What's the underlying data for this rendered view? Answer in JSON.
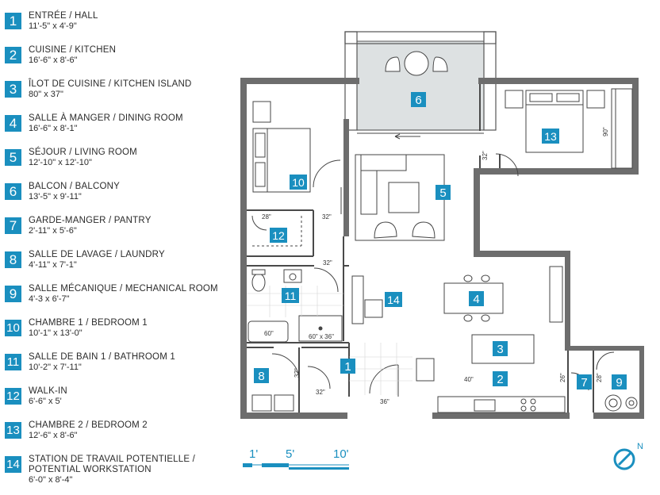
{
  "colors": {
    "accent": "#1a8fbf",
    "wall": "#6d6d6d",
    "balcony_fill": "#dde1e2",
    "line": "#4a4a4a"
  },
  "legend": [
    {
      "num": "1",
      "name": "ENTRÉE / HALL",
      "dim": "11'-5\" x 4'-9\""
    },
    {
      "num": "2",
      "name": "CUISINE / KITCHEN",
      "dim": "16'-6\" x 8'-6\""
    },
    {
      "num": "3",
      "name": "ÎLOT DE CUISINE / KITCHEN ISLAND",
      "dim": "80\" x 37\""
    },
    {
      "num": "4",
      "name": "SALLE À MANGER / DINING ROOM",
      "dim": "16'-6\" x 8'-1\""
    },
    {
      "num": "5",
      "name": "SÉJOUR / LIVING ROOM",
      "dim": "12'-10\" x 12'-10\""
    },
    {
      "num": "6",
      "name": "BALCON / BALCONY",
      "dim": "13'-5\" x 9'-11\""
    },
    {
      "num": "7",
      "name": "GARDE-MANGER / PANTRY",
      "dim": "2'-11\" x 5'-6\""
    },
    {
      "num": "8",
      "name": "SALLE DE LAVAGE / LAUNDRY",
      "dim": "4'-11\" x 7'-1\""
    },
    {
      "num": "9",
      "name": "SALLE MÉCANIQUE / MECHANICAL ROOM",
      "dim": "4'-3 x 6'-7\""
    },
    {
      "num": "10",
      "name": "CHAMBRE 1 / BEDROOM 1",
      "dim": "10'-1\" x 13'-0\""
    },
    {
      "num": "11",
      "name": "SALLE DE BAIN 1 / BATHROOM 1",
      "dim": "10'-2\" x 7'-11\""
    },
    {
      "num": "12",
      "name": "WALK-IN",
      "dim": "6'-6\" x 5'"
    },
    {
      "num": "13",
      "name": "CHAMBRE 2 / BEDROOM 2",
      "dim": "12'-6\" x 8'-6\""
    },
    {
      "num": "14",
      "name": "STATION DE TRAVAIL POTENTIELLE /\nPOTENTIAL WORKSTATION",
      "dim": "6'-0\" x 8'-4\""
    }
  ],
  "plan_tags": {
    "t1": "1",
    "t2": "2",
    "t3": "3",
    "t4": "4",
    "t5": "5",
    "t6": "6",
    "t7": "7",
    "t8": "8",
    "t9": "9",
    "t10": "10",
    "t11": "11",
    "t12": "12",
    "t13": "13",
    "t14": "14"
  },
  "plan_dims": {
    "d32_bedroom2_door": "32\"",
    "d90_bedroom2_closet": "90\"",
    "d28_walkin": "28\"",
    "d32_bedroom1_door": "32\"",
    "d32_bathroom_door": "32\"",
    "d60_tub": "60\"",
    "d60x36_shower": "60\" x 36\"",
    "d32_laundry_door": "32\"",
    "d32_entry_closet": "32\"",
    "d36_entry_door": "36\"",
    "d40_kitchen": "40\"",
    "d26_pantry": "26\"",
    "d28_mech": "28\""
  },
  "scale": {
    "s1": "1'",
    "s5": "5'",
    "s10": "10'"
  },
  "compass": {
    "north": "N"
  }
}
